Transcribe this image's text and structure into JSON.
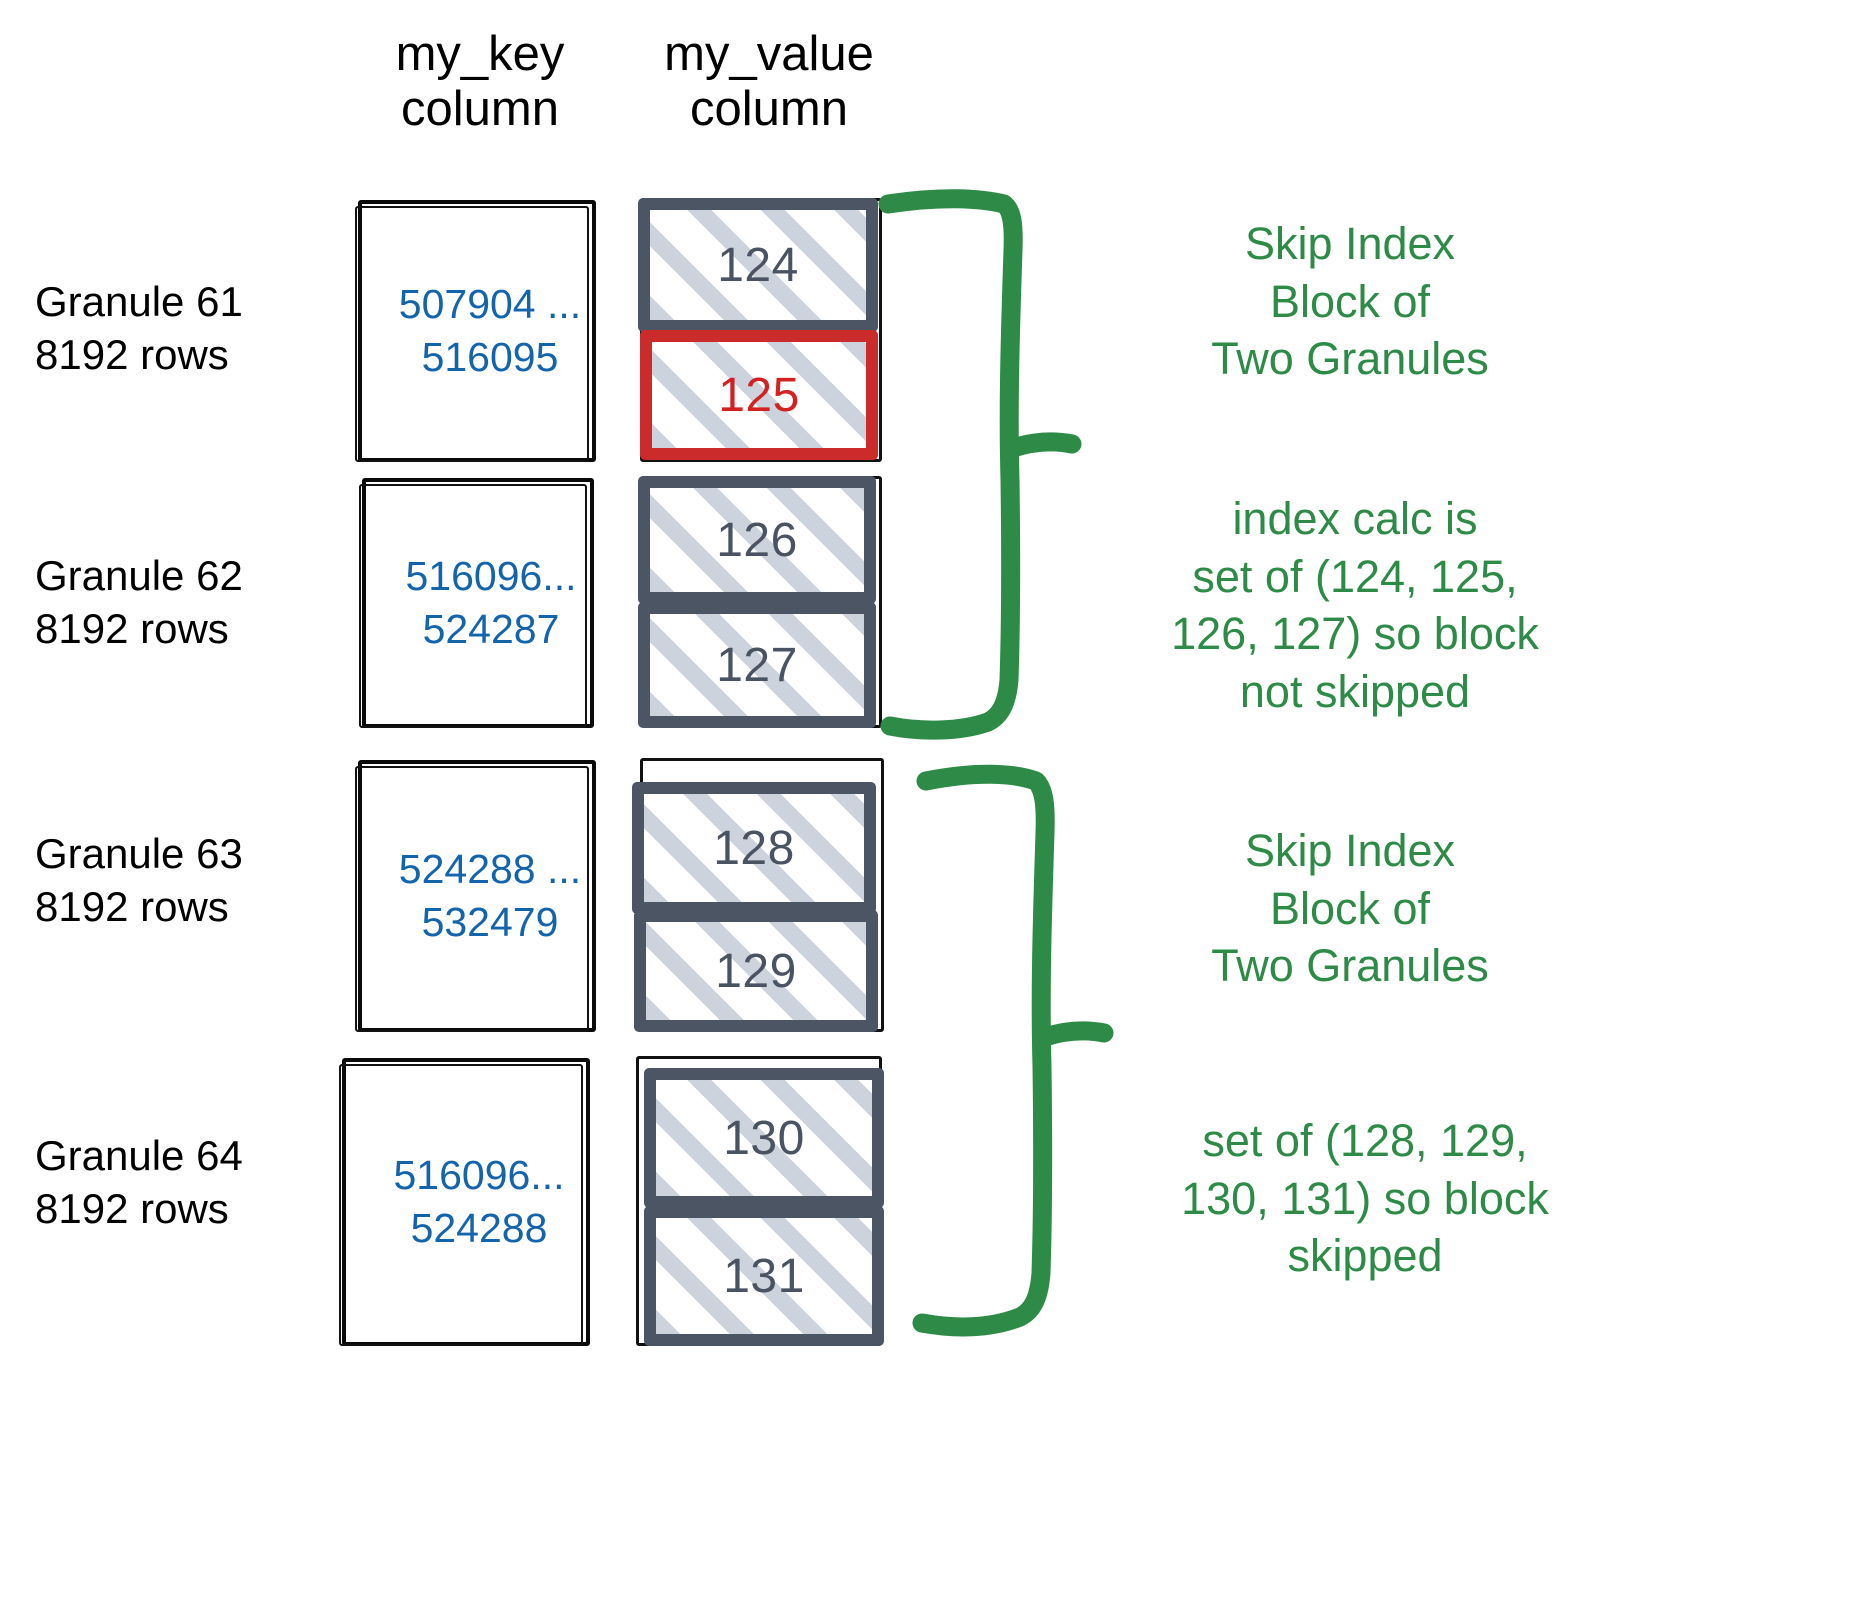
{
  "headers": {
    "key_column": "my_key\ncolumn",
    "value_column": "my_value\ncolumn"
  },
  "colors": {
    "key_text": "#1464ac",
    "value_border": "#4c5563",
    "value_text": "#4a5361",
    "highlight": "#d32020",
    "annotation": "#2e8b47",
    "hatch": "#ccd3dd"
  },
  "granules": [
    {
      "label": "Granule 61\n8192 rows",
      "key_range": "507904 ...\n516095",
      "values": [
        {
          "text": "124",
          "highlighted": false
        },
        {
          "text": "125",
          "highlighted": true
        }
      ]
    },
    {
      "label": "Granule 62\n8192 rows",
      "key_range": "516096...\n524287",
      "values": [
        {
          "text": "126",
          "highlighted": false
        },
        {
          "text": "127",
          "highlighted": false
        }
      ]
    },
    {
      "label": "Granule 63\n8192 rows",
      "key_range": "524288 ...\n532479",
      "values": [
        {
          "text": "128",
          "highlighted": false
        },
        {
          "text": "129",
          "highlighted": false
        }
      ]
    },
    {
      "label": "Granule 64\n8192 rows",
      "key_range": "516096...\n524288",
      "values": [
        {
          "text": "130",
          "highlighted": false
        },
        {
          "text": "131",
          "highlighted": false
        }
      ]
    }
  ],
  "annotations": [
    {
      "text": "Skip Index\nBlock of\nTwo Granules"
    },
    {
      "text": "index calc is\nset of (124, 125,\n126, 127) so block\nnot skipped"
    },
    {
      "text": "Skip Index\nBlock of\nTwo Granules"
    },
    {
      "text": "set of (128, 129,\n130, 131) so block\nskipped"
    }
  ]
}
